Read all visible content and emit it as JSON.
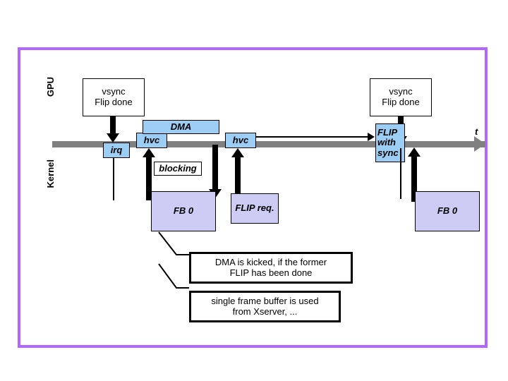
{
  "slide": {
    "border_color": "#b266ff",
    "background": "#ffffff"
  },
  "palette": {
    "timeline": "#808080",
    "event_box": "#9bcdf5",
    "buffer_box": "#ccccf5",
    "note_box": "#ffffff",
    "outline": "#000000"
  },
  "lanes": [
    {
      "id": "gpu",
      "label": "GPU"
    },
    {
      "id": "kernel",
      "label": "Kernel"
    }
  ],
  "timeline": {
    "axis_label": "t",
    "direction": "left-to-right"
  },
  "gpu_events": [
    {
      "id": "vsync-left",
      "line1": "vsync",
      "line2": "Flip done"
    },
    {
      "id": "vsync-right",
      "line1": "vsync",
      "line2": "Flip done"
    }
  ],
  "timeline_boxes": [
    {
      "id": "irq",
      "label": "irq",
      "style": "blue"
    },
    {
      "id": "hvc-1",
      "label": "hvc",
      "style": "blue"
    },
    {
      "id": "dma",
      "label": "DMA",
      "style": "blue"
    },
    {
      "id": "hvc-2",
      "label": "hvc",
      "style": "blue"
    },
    {
      "id": "flip-with-sync",
      "label": "FLIP with sync",
      "style": "blue"
    }
  ],
  "flip_with_sync": {
    "line1": "FLIP",
    "line2": "with",
    "line3": "sync"
  },
  "kernel_boxes": [
    {
      "id": "blocking",
      "label": "blocking",
      "style": "white"
    },
    {
      "id": "fb0-left",
      "label": "FB 0",
      "style": "lavender"
    },
    {
      "id": "flip-req",
      "label": "FLIP req.",
      "style": "lavender"
    },
    {
      "id": "fb0-right",
      "label": "FB 0",
      "style": "lavender"
    }
  ],
  "callouts": [
    {
      "id": "callout-dma",
      "line1": "DMA is kicked, if the former",
      "line2": "FLIP has been done"
    },
    {
      "id": "callout-framebuffer",
      "line1": "single frame buffer is used",
      "line2": "from Xserver, ..."
    }
  ]
}
